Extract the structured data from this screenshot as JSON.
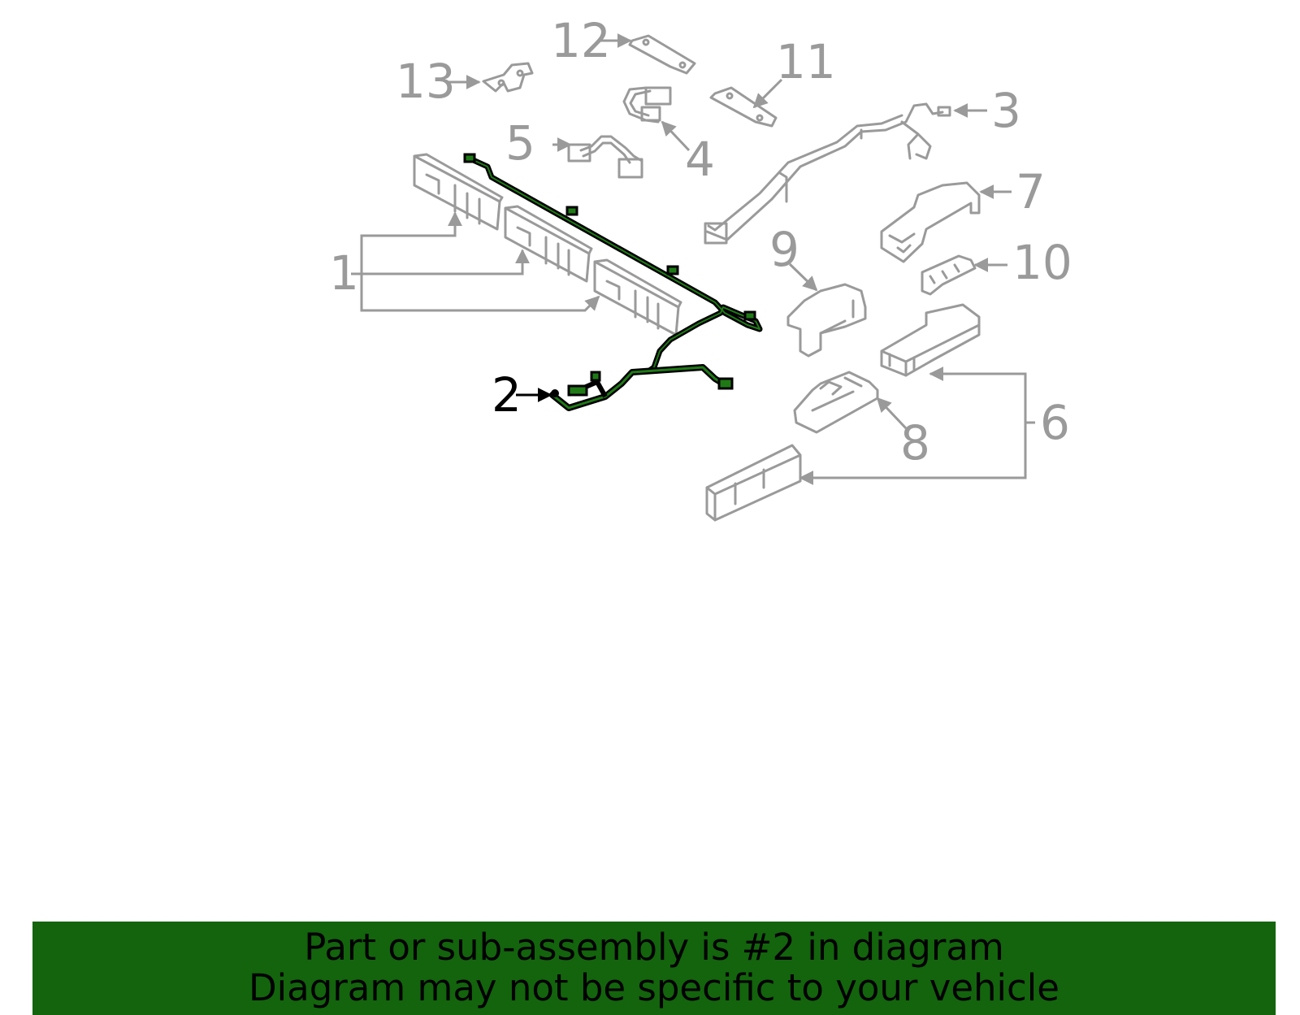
{
  "diagram": {
    "highlighted_part": "2",
    "callouts": [
      "1",
      "2",
      "3",
      "4",
      "5",
      "6",
      "7",
      "8",
      "9",
      "10",
      "11",
      "12",
      "13"
    ]
  },
  "banner": {
    "line1": "Part or sub-assembly is #2 in diagram",
    "line2": "Diagram may not be specific to your vehicle",
    "background_color": "#13640d"
  },
  "colors": {
    "part_outline": "#9a9a9a",
    "highlight_wire": "#000000",
    "highlight_fill": "#1f7a16"
  }
}
